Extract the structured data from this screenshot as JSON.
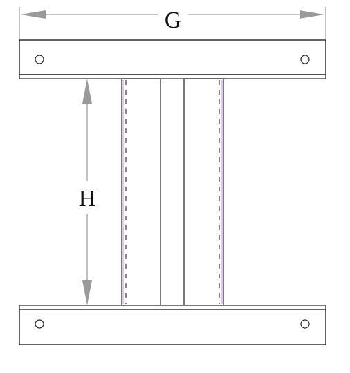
{
  "dimensions": {
    "width_label": "G",
    "height_label": "H"
  },
  "colors": {
    "outline": "#222222",
    "dimension_line": "#999999",
    "dashed_accent": "#d9c8e8",
    "background": "#ffffff"
  },
  "parts": {
    "top_plate_holes": 2,
    "bottom_plate_holes": 2,
    "vertical_posts": 2
  }
}
